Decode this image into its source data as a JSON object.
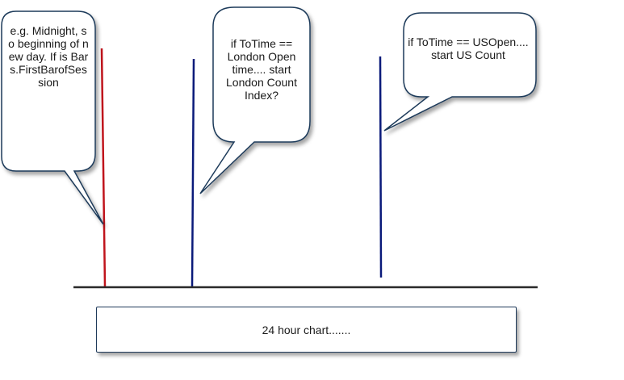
{
  "callouts": [
    {
      "text": "e.g. Midnight, so beginning of new day.  If is Bars.FirstBarofSession"
    },
    {
      "text": "if ToTime == London Open time.... start London Count Index?"
    },
    {
      "text": "if ToTime == USOpen.... start US Count"
    }
  ],
  "caption": "24 hour chart.......",
  "colors": {
    "midnight_line": "#c0141c",
    "session_line": "#0a1a7a",
    "baseline": "#2a2a2a",
    "callout_border": "#1f3a5a"
  }
}
